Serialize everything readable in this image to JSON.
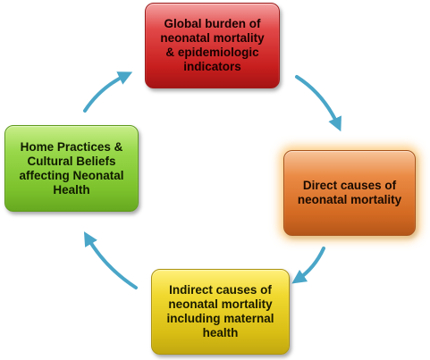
{
  "diagram": {
    "nodes": [
      {
        "id": "top",
        "label": "Global burden of\nneonatal mortality\n& epidemiologic\nindicators",
        "color": "#c81e1e"
      },
      {
        "id": "right",
        "label": "Direct causes of\nneonatal mortality",
        "color": "#d46a22"
      },
      {
        "id": "bottom",
        "label": "Indirect causes of\nneonatal mortality\nincluding maternal\nhealth",
        "color": "#d9be14"
      },
      {
        "id": "left",
        "label": "Home Practices &\nCultural Beliefs\naffecting Neonatal\nHealth",
        "color": "#7cc22c"
      }
    ],
    "arrow_color": "#4aa6c8"
  }
}
